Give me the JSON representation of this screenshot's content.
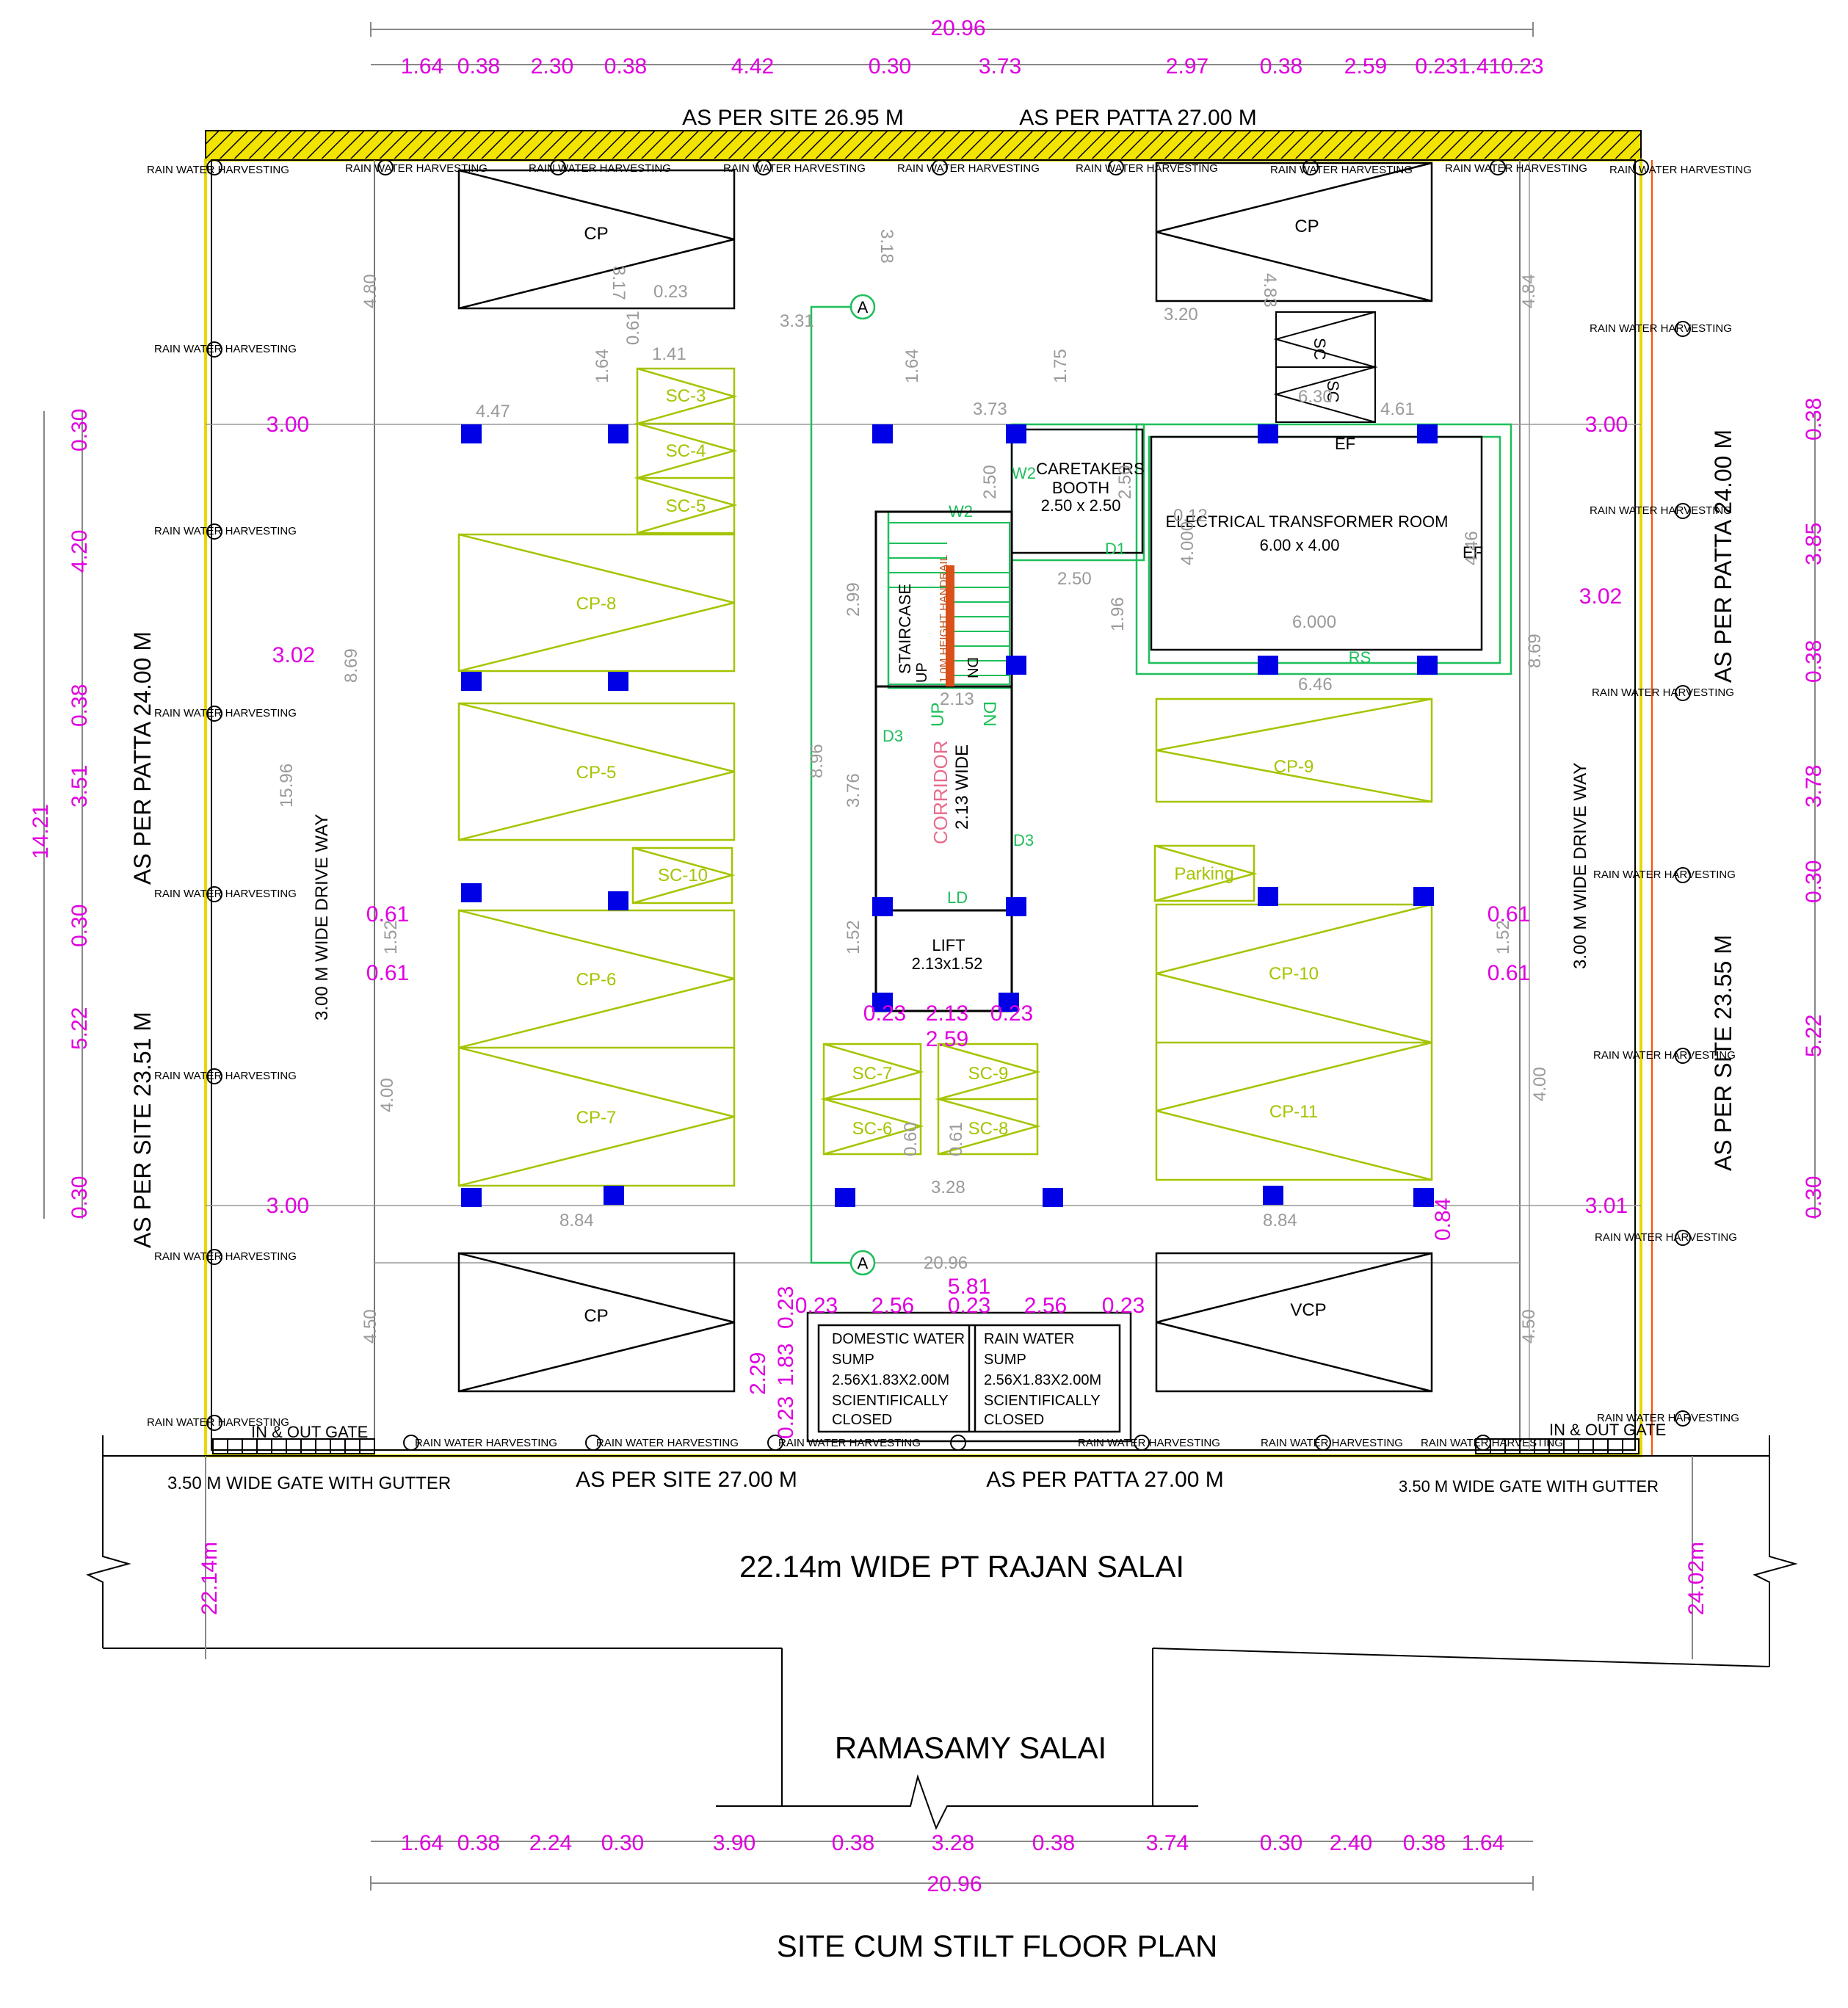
{
  "top_dims": {
    "total": "20.96",
    "segments": [
      "1.64",
      "0.38",
      "2.30",
      "0.38",
      "4.42",
      "0.30",
      "3.73",
      "2.97",
      "0.38",
      "2.59",
      "0.231.410.23"
    ]
  },
  "bottom_dims": {
    "total": "20.96",
    "segments": [
      "1.64",
      "0.38",
      "2.24",
      "0.30",
      "3.90",
      "0.38",
      "3.28",
      "0.38",
      "3.74",
      "0.30",
      "2.40",
      "0.38",
      "1.64"
    ]
  },
  "left_dims": {
    "total": "14.21",
    "segments": [
      "0.30",
      "4.20",
      "0.38",
      "3.51",
      "0.30",
      "5.22",
      "0.30"
    ]
  },
  "right_dims": {
    "segments": [
      "0.38",
      "3.85",
      "0.38",
      "3.78",
      "0.30",
      "5.22",
      "0.30"
    ]
  },
  "site_labels": {
    "top_site": "AS PER SITE 26.95 M",
    "top_patta": "AS PER PATTA 27.00 M",
    "left_patta": "AS PER PATTA 24.00 M",
    "left_site": "AS PER SITE 23.51 M",
    "right_patta": "AS PER PATTA 24.00 M",
    "right_site": "AS PER SITE 23.55 M",
    "bottom_site": "AS PER SITE 27.00 M",
    "bottom_patta": "AS PER PATTA 27.00 M"
  },
  "roads": {
    "main": "22.14m WIDE PT RAJAN SALAI",
    "secondary": "RAMASAMY SALAI",
    "left_width": "22.14m",
    "right_width": "24.02m"
  },
  "gates": {
    "in_out": "IN & OUT  GATE",
    "gate_desc": "3.50 M WIDE GATE WITH GUTTER"
  },
  "driveway": "3.00 M WIDE DRIVE WAY",
  "rwh": "RAIN WATER HARVESTING",
  "rooms": {
    "caretaker": "CARETAKERS",
    "booth": "BOOTH",
    "booth_size": "2.50 x 2.50",
    "transformer": "ELECTRICAL TRANSFORMER ROOM",
    "transformer_size": "6.00 x 4.00",
    "staircase": "STAIRCASE",
    "handrail": "1.0M HEIGHT HANDRAIL",
    "up": "UP",
    "dn": "DN",
    "corridor": "CORRIDOR",
    "corridor_width": "2.13 WIDE",
    "lift": "LIFT",
    "lift_size": "2.13x1.52",
    "ef": "EF",
    "rs": "RS",
    "sc": "SC"
  },
  "door_tags": {
    "w2": "W2",
    "d1": "D1",
    "d3": "D3",
    "ld": "LD"
  },
  "parking": {
    "cp": "CP",
    "vcp": "VCP",
    "cp5": "CP-5",
    "cp6": "CP-6",
    "cp7": "CP-7",
    "cp8": "CP-8",
    "cp9": "CP-9",
    "cp10": "CP-10",
    "cp11": "CP-11",
    "sc3": "SC-3",
    "sc4": "SC-4",
    "sc5": "SC-5",
    "sc6": "SC-6",
    "sc7": "SC-7",
    "sc8": "SC-8",
    "sc9": "SC-9",
    "sc10": "SC-10",
    "parking": "Parking"
  },
  "sumps": {
    "domestic_1": "DOMESTIC WATER",
    "rain_1": "RAIN WATER",
    "sump": "SUMP",
    "size": "2.56X1.83X2.00M",
    "closed_1": "SCIENTIFICALLY",
    "closed_2": "CLOSED"
  },
  "grid_marker": "A",
  "dims_magenta": {
    "d300": "3.00",
    "d302": "3.02",
    "d301": "3.01",
    "d061": "0.61",
    "d023": "0.23",
    "d213": "2.13",
    "d259": "2.59",
    "d581": "5.81",
    "d256": "2.56",
    "d183": "1.83",
    "d229": "2.29",
    "d084": "0.84"
  },
  "dims_grey": {
    "d480": "4.80",
    "d484": "4.84",
    "d317": "3.17",
    "d318": "3.18",
    "d483": "4.83",
    "d023": "0.23",
    "d331": "3.31",
    "d320": "3.20",
    "d061": "0.61",
    "d141": "1.41",
    "d164": "1.64",
    "d175": "1.75",
    "d447": "4.47",
    "d373": "3.73",
    "d630": "6.30",
    "d461": "4.61",
    "d250": "2.50",
    "d012": "0.12",
    "d400": "4.000",
    "d446": "4.46",
    "d196": "1.96",
    "d600": "6.000",
    "d646": "6.46",
    "d869": "8.69",
    "d1596": "15.96",
    "d299": "2.99",
    "d376": "3.76",
    "d896": "8.96",
    "d152": "1.52",
    "d213": "2.13",
    "d060": "0.60",
    "d061b": "0.61",
    "d328": "3.28",
    "d884": "8.84",
    "d2096": "20.96",
    "d450": "4.50",
    "d400b": "4.00"
  },
  "title": "SITE CUM STILT FLOOR PLAN",
  "colors": {
    "magenta": "#e000e0",
    "yellow_green": "#a5c400",
    "green": "#1dbf5a",
    "column_blue": "#0000e6",
    "hatch": "#e8d800",
    "grey": "#9a9a9a"
  }
}
